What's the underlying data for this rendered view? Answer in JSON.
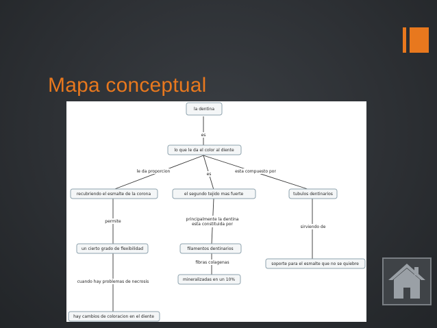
{
  "slide": {
    "title": "Mapa conceptual"
  },
  "concept_map": {
    "nodes": {
      "root": "la dentina",
      "center": "lo que le da el color al diente",
      "left": "recubriendo el esmalte de la corona",
      "middle": "el segundo tejido mas fuerte",
      "right": "tubulos dentinarios",
      "left2": "un cierto grado de flexibilidad",
      "left3": "hay cambios de coloracion en el diente",
      "mid2": "filamentos dentinarios",
      "mid3": "mineralizadas en un 10%",
      "right2": "soporte para el esmalte que no se quiebre"
    },
    "links": {
      "es_top": "es",
      "le_da": "le da proporcion",
      "es_mid": "es",
      "compuesto": "esta compuesto por",
      "permite": "permite",
      "cuando": "cuando hay problemas de necrosis",
      "principal1": "principalmente la dentina",
      "principal2": "esta constituida por",
      "fibras": "fibras colagenas",
      "sirviendo": "sirviendo de"
    }
  },
  "home_icon": "home-icon",
  "colors": {
    "accent": "#e8781e",
    "background": "#2e3135",
    "node_border": "#8da2ad"
  }
}
